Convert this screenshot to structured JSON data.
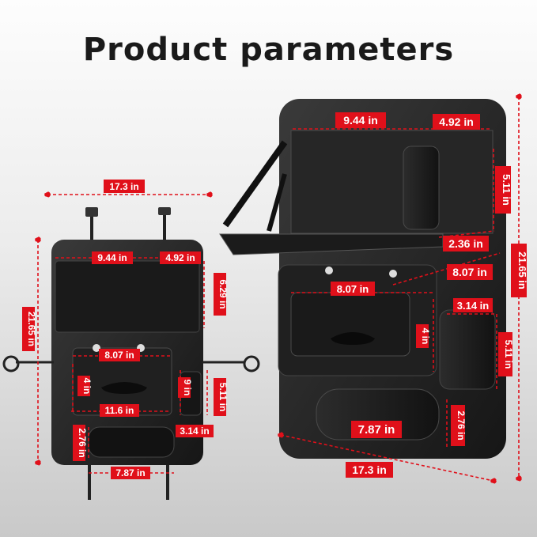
{
  "title": "Product parameters",
  "left_product": {
    "width": "17.3 in",
    "height": "21.65 in",
    "top_left_width": "9.44 in",
    "top_right_width": "4.92 in",
    "top_height": "6.29 in",
    "tissue_width": "8.07 in",
    "tissue_height": "4 in",
    "inner_width": "11.6 in",
    "inner_height": "9 in",
    "side_pocket_height": "5.11 in",
    "side_pocket_width": "3.14 in",
    "bottom_pocket_height": "2.76 in",
    "bottom_pocket_width": "7.87 in"
  },
  "right_product": {
    "tray_left_width": "9.44 in",
    "tray_right_width": "4.92 in",
    "cup_height": "5.11 in",
    "cup_width": "2.36 in",
    "height": "21.65 in",
    "box_depth": "8.07 in",
    "tissue_width": "8.07 in",
    "tissue_height": "4 in",
    "side_pocket_width": "3.14 in",
    "side_pocket_height": "5.11 in",
    "bottom_pocket_width": "7.87 in",
    "bottom_pocket_height": "2.76 in",
    "width": "17.3 in"
  },
  "colors": {
    "accent": "#e0101a",
    "product": "#1e1e1e"
  }
}
